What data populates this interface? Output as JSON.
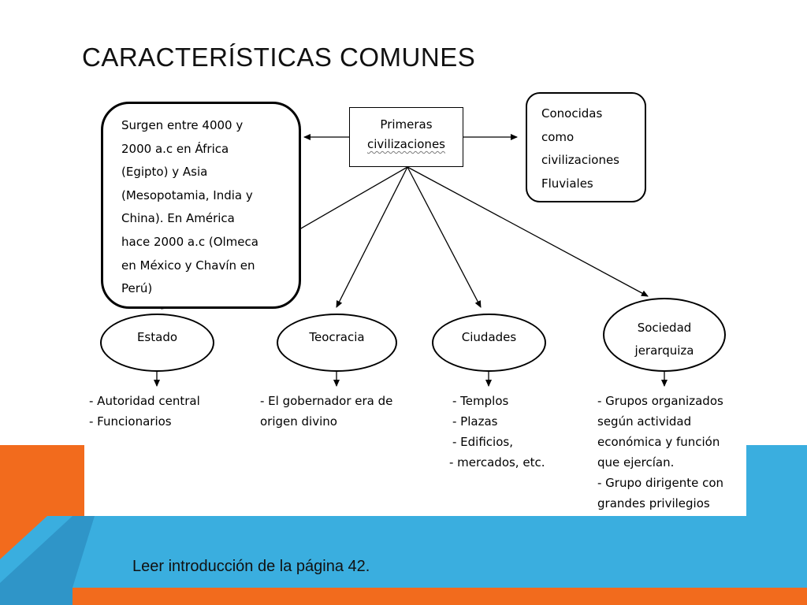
{
  "slide": {
    "title": "Características comunes",
    "footer": "Leer introducción de la página 42.",
    "colors": {
      "accent_orange": "#f26b1d",
      "accent_blue": "#3aaedf",
      "accent_teal": "#2f95c8"
    }
  },
  "diagram": {
    "root": {
      "lines": [
        "Primeras",
        "civilizaciones"
      ]
    },
    "origin": {
      "lines": [
        "Surgen entre 4000 y",
        "2000 a.c en África",
        "(Egipto) y Asia",
        "(Mesopotamia, India y",
        "China). En América",
        "hace 2000  a.c (Olmeca",
        "en México y Chavín en",
        "Perú)"
      ]
    },
    "fluvial": {
      "lines": [
        "Conocidas",
        "como",
        "civilizaciones",
        "Fluviales"
      ]
    },
    "branches": [
      {
        "label": "Estado",
        "details": [
          "- Autoridad central",
          "- Funcionarios"
        ]
      },
      {
        "label": "Teocracia",
        "details": [
          "- El gobernador era de",
          "origen divino"
        ]
      },
      {
        "label": "Ciudades",
        "details": [
          "- Templos",
          "- Plazas",
          "- Edificios,",
          "- mercados, etc."
        ]
      },
      {
        "label_lines": [
          "Sociedad",
          "jerarquiza"
        ],
        "details": [
          "- Grupos organizados",
          "según actividad",
          "económica y función",
          "que ejercían.",
          "- Grupo dirigente con",
          "grandes privilegios"
        ]
      }
    ]
  }
}
